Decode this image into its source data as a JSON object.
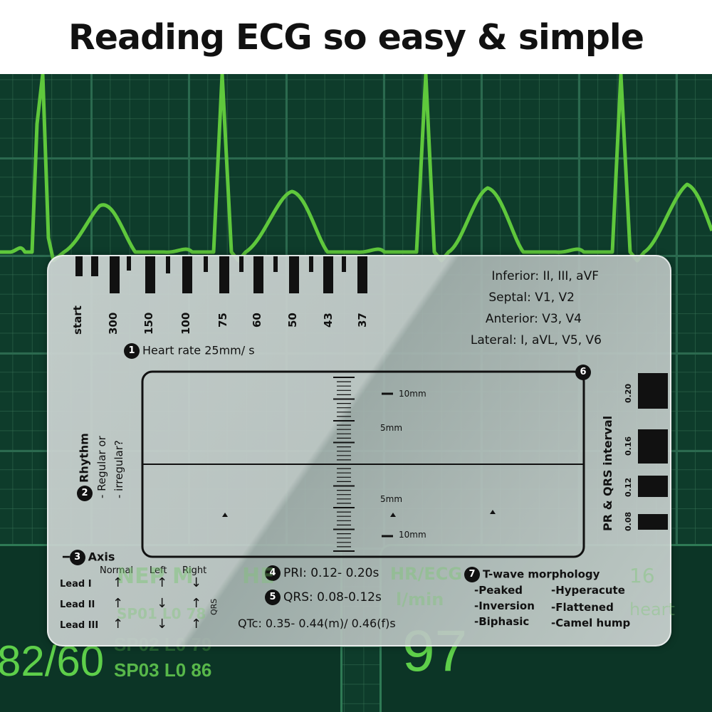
{
  "headline": "Reading ECG so easy & simple",
  "rate_scale": [
    "start",
    "300",
    "150",
    "100",
    "75",
    "60",
    "50",
    "43",
    "37"
  ],
  "leads": {
    "inferior": "Inferior: II, III, aVF",
    "septal": "Septal: V1, V2",
    "anterior": "Anterior: V3, V4",
    "lateral": "Lateral: I, aVL, V5, V6"
  },
  "steps": {
    "s1_num": "1",
    "s1": "Heart rate 25mm/ s",
    "s2_num": "2",
    "s2_a": "Rhythm",
    "s2_b": "- Regular or",
    "s2_c": "- irregular?",
    "s3_num": "3",
    "s3": "Axis",
    "s4_num": "4",
    "s4": "PRI: 0.12- 0.20s",
    "s5_num": "5",
    "s5": "QRS: 0.08-0.12s",
    "qtc": "QTc: 0.35- 0.44(m)/ 0.46(f)s",
    "s6_num": "6",
    "s6": "PR & QRS interval",
    "s7_num": "7",
    "s7": "T-wave morphology"
  },
  "ruler_labels": {
    "top10": "10mm",
    "top5": "5mm",
    "bot5": "5mm",
    "bot10": "10mm"
  },
  "axis": {
    "cols": [
      "Normal",
      "Left",
      "Right"
    ],
    "qrs": "QRS",
    "rows": [
      "Lead I",
      "Lead II",
      "Lead III"
    ],
    "arrows": [
      [
        "↑",
        "↑",
        "↓"
      ],
      [
        "↑",
        "↓",
        "↑"
      ],
      [
        "↑",
        "↓",
        "↑"
      ]
    ]
  },
  "interval_ticks": [
    "0.20",
    "0.16",
    "0.12",
    "0.08"
  ],
  "twave": [
    "-Peaked",
    "-Hyperacute",
    "-Inversion",
    "-Flattened",
    "-Biphasic",
    "-Camel hump"
  ],
  "monitor": {
    "bp": "82/60",
    "sp02": "SP02 L0 79",
    "sp03": "SP03 L0 86",
    "sp01": "SP01 L0 78",
    "nep": "NEP M",
    "hr": "HR/ECG",
    "hr_unit": "l/min",
    "hr_value": "97",
    "hr_partial": "HE",
    "sv": "16",
    "heart_text": "heart"
  },
  "colors": {
    "ecg": "#5fc83c",
    "background": "#0e3c2b",
    "grid": "#2b6a4f"
  }
}
